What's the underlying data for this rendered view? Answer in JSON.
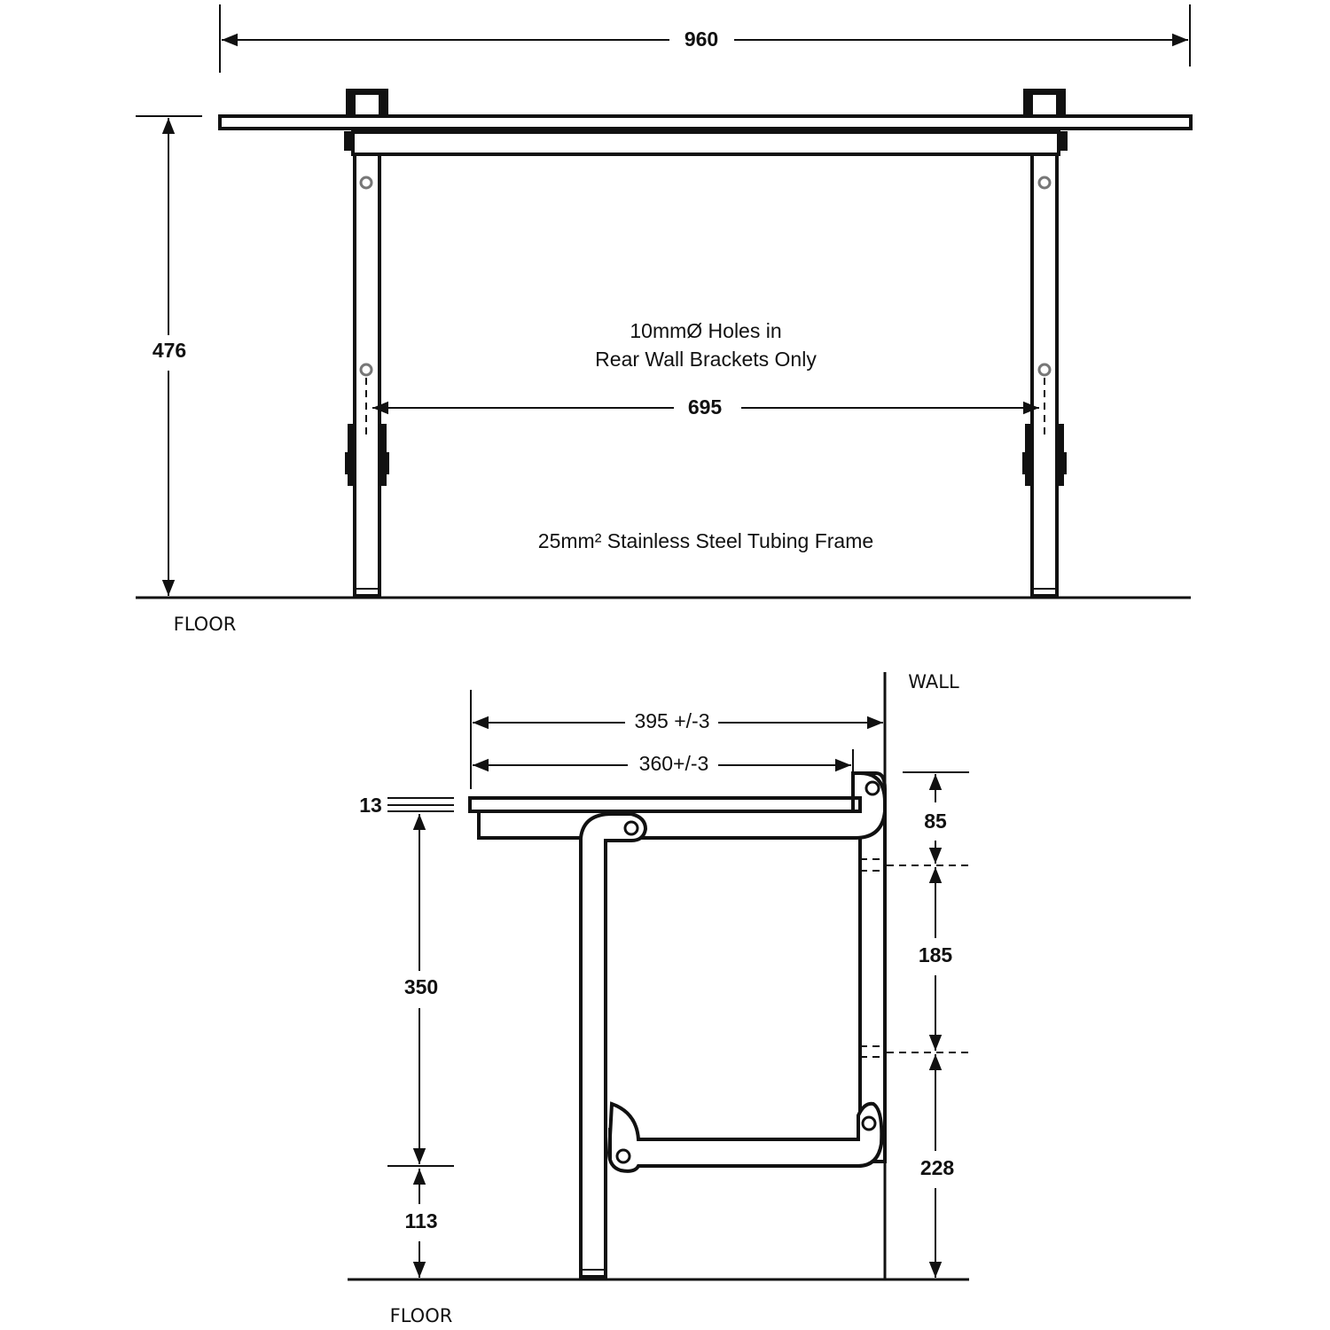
{
  "front_view": {
    "width_dim": "960",
    "height_dim": "476",
    "inner_dim": "695",
    "note_line1": "10mmØ Holes in",
    "note_line2": "Rear Wall Brackets Only",
    "frame_note": "25mm² Stainless Steel Tubing Frame",
    "floor_label": "FLOOR"
  },
  "side_view": {
    "wall_label": "WALL",
    "floor_label": "FLOOR",
    "depth_outer_dim": "395 +/-3",
    "depth_seat_dim": "360+/-3",
    "seat_thickness_dim": "13",
    "seat_height_dim": "350",
    "bottom_dim": "113",
    "top_bracket_dim": "85",
    "hole_spacing_dim": "185",
    "lower_dim": "228"
  }
}
